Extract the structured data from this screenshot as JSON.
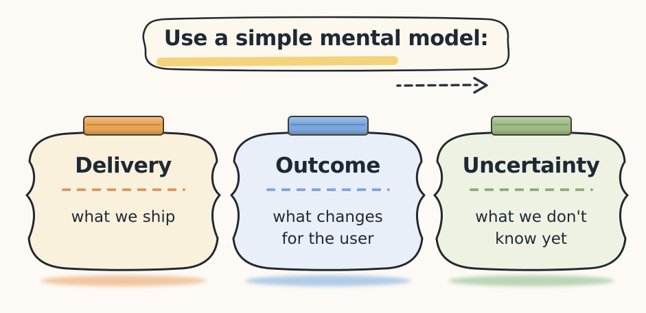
{
  "page": {
    "background": "#fdfaf5",
    "ink": "#1e2936",
    "outline": "#23282f"
  },
  "banner": {
    "title": "Use a simple mental model:",
    "fill": "#fcf8ed",
    "highlight_color": "#f3cf72"
  },
  "arrow": {
    "style": "dashed",
    "direction": "right",
    "color": "#27313f"
  },
  "cards": [
    {
      "label": "Delivery",
      "description": "what we ship",
      "tab_color": "#e8a355",
      "tab_edge": "#c07b35",
      "fill": "#faf1dc",
      "divider_color": "#dd9861",
      "shadow_color": "#edba8d"
    },
    {
      "label": "Outcome",
      "description": "what changes\nfor the user",
      "tab_color": "#7aa6dc",
      "tab_edge": "#5580bb",
      "fill": "#e9eff8",
      "divider_color": "#7ea8d8",
      "shadow_color": "#9fc0e4"
    },
    {
      "label": "Uncertainty",
      "description": "what we don't\nknow yet",
      "tab_color": "#9cba86",
      "tab_edge": "#7a9b64",
      "fill": "#eef2e3",
      "divider_color": "#8fae7a",
      "shadow_color": "#abcba4"
    }
  ]
}
